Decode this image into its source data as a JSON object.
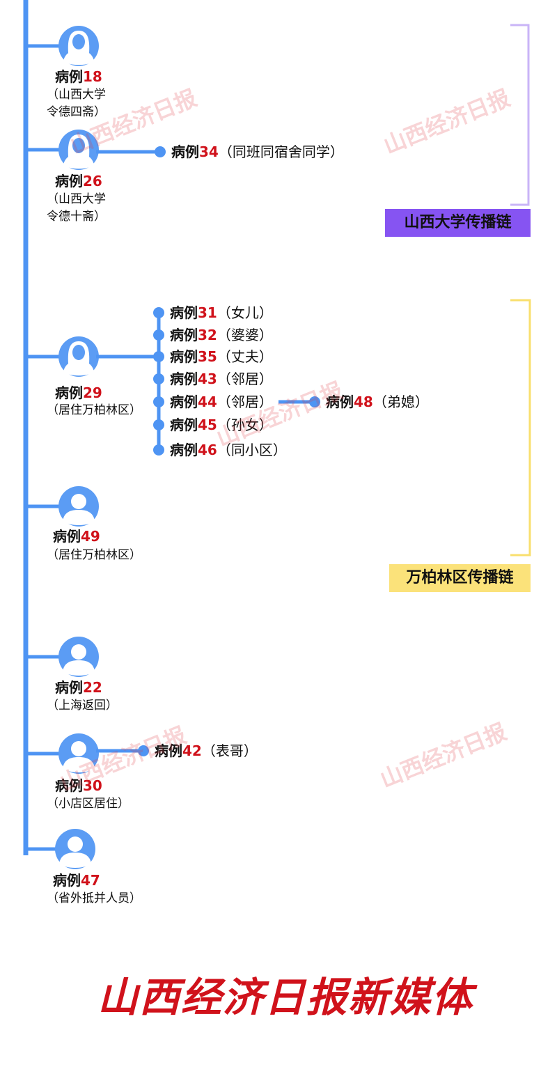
{
  "colors": {
    "line": "#4e94f3",
    "avatar": "#5b9cf4",
    "case_number": "#d0121b",
    "shanxi_bracket": "#c9b4f7",
    "shanxi_label_bg": "#8654f2",
    "wanbailin_bracket": "#f9df6e",
    "wanbailin_label_bg": "#fbe27a"
  },
  "case_prefix": "病例",
  "nodes": [
    {
      "id": "c18",
      "number": "18",
      "avatar": "female",
      "note": "（山西大学\n令德四斋）"
    },
    {
      "id": "c26",
      "number": "26",
      "avatar": "female",
      "note": "（山西大学\n令德十斋）"
    },
    {
      "id": "c29",
      "number": "29",
      "avatar": "female",
      "note": "（居住万柏林区）"
    },
    {
      "id": "c49",
      "number": "49",
      "avatar": "male",
      "note": "（居住万柏林区）"
    },
    {
      "id": "c22",
      "number": "22",
      "avatar": "male",
      "note": "（上海返回）"
    },
    {
      "id": "c30",
      "number": "30",
      "avatar": "male",
      "note": "（小店区居住）"
    },
    {
      "id": "c47",
      "number": "47",
      "avatar": "male",
      "note": "（省外抵并人员）"
    }
  ],
  "contacts": [
    {
      "id": "c34",
      "source": "c26",
      "number": "34",
      "relation": "（同班同宿舍同学）"
    },
    {
      "id": "c31",
      "source": "c29",
      "number": "31",
      "relation": "（女儿）"
    },
    {
      "id": "c32",
      "source": "c29",
      "number": "32",
      "relation": "（婆婆）"
    },
    {
      "id": "c35",
      "source": "c29",
      "number": "35",
      "relation": "（丈夫）"
    },
    {
      "id": "c43",
      "source": "c29",
      "number": "43",
      "relation": "（邻居）"
    },
    {
      "id": "c44",
      "source": "c29",
      "number": "44",
      "relation": "（邻居）"
    },
    {
      "id": "c45",
      "source": "c29",
      "number": "45",
      "relation": "（孙女）"
    },
    {
      "id": "c46",
      "source": "c29",
      "number": "46",
      "relation": "（同小区）"
    },
    {
      "id": "c48",
      "source": "c44",
      "number": "48",
      "relation": "（弟媳）"
    },
    {
      "id": "c42",
      "source": "c30",
      "number": "42",
      "relation": "（表哥）"
    }
  ],
  "chains": [
    {
      "id": "shanxi",
      "label": "山西大学传播链",
      "members": [
        "c18",
        "c26",
        "c34"
      ]
    },
    {
      "id": "wanbailin",
      "label": "万柏林区传播链",
      "members": [
        "c29",
        "c31",
        "c32",
        "c35",
        "c43",
        "c44",
        "c45",
        "c46",
        "c48",
        "c49"
      ]
    }
  ],
  "watermark_text": "山西经济日报",
  "brand": "山西经济日报新媒体"
}
